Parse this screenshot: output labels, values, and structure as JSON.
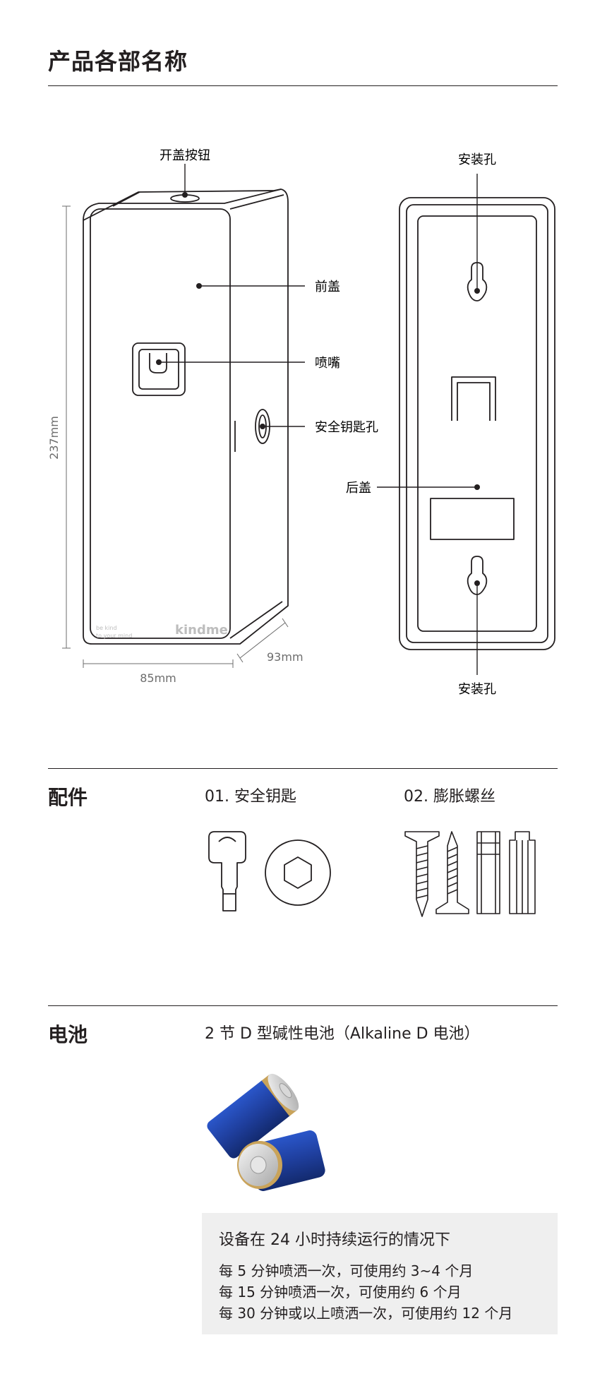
{
  "title": "产品各部名称",
  "parts": {
    "open_button": "开盖按钮",
    "front_cover": "前盖",
    "nozzle": "喷嘴",
    "key_hole": "安全钥匙孔",
    "mount_hole_top": "安装孔",
    "rear_cover": "后盖",
    "mount_hole_bottom": "安装孔",
    "dim_height": "237mm",
    "dim_width": "85mm",
    "dim_depth": "93mm",
    "brand_logo": "kindme",
    "brand_slogan_1": "be kind",
    "brand_slogan_2": "to your mind"
  },
  "accessories": {
    "heading": "配件",
    "item1": "01. 安全钥匙",
    "item2": "02. 膨胀螺丝"
  },
  "battery": {
    "heading": "电池",
    "desc": "2 节 D 型碱性电池（Alkaline D 电池）",
    "info_title": "设备在 24 小时持续运行的情况下",
    "usage": [
      "每 5 分钟喷洒一次，可使用约 3~4 个月",
      "每 15 分钟喷洒一次，可使用约 6 个月",
      "每 30 分钟或以上喷洒一次，可使用约 12 个月"
    ]
  },
  "colors": {
    "ink": "#231f20",
    "dim": "#6d6d6d",
    "panel": "#efefef",
    "battery_blue": "#1f3f9e"
  }
}
